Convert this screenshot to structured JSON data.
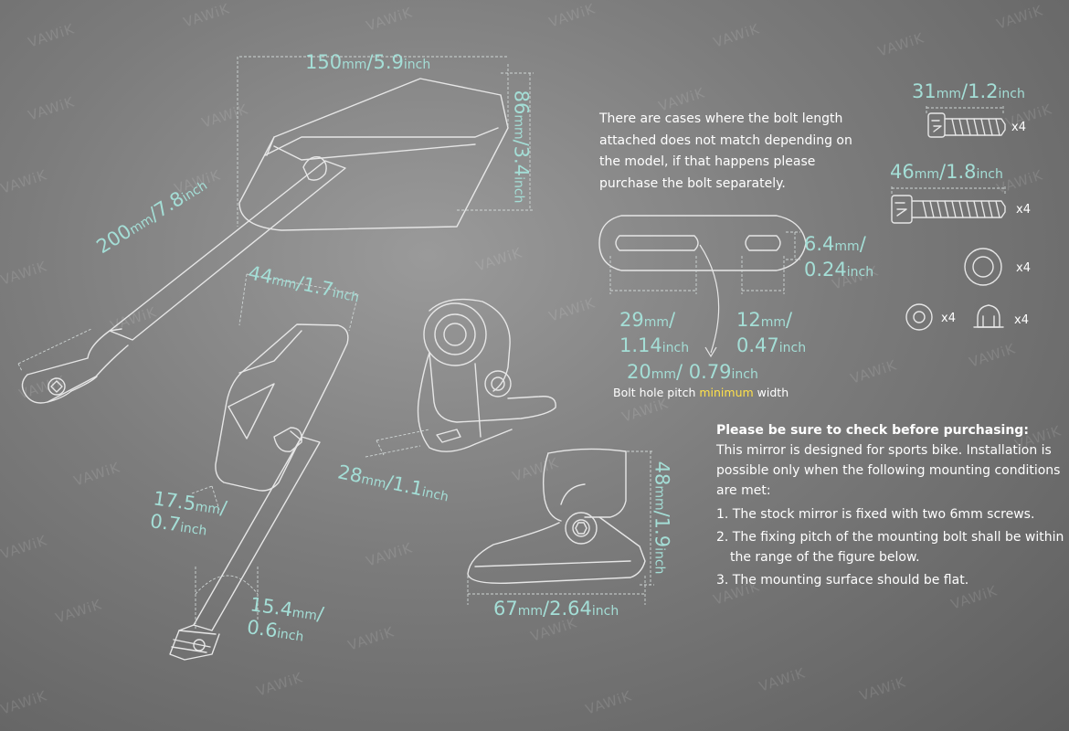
{
  "watermark": "VAWiK",
  "colors": {
    "dimension": "#a4ded6",
    "highlight": "#ffe14a",
    "text": "#ffffff",
    "line": "#e6e6e6"
  },
  "dimensions": {
    "top_width": {
      "value": "150",
      "unit": "mm",
      "sep": "/",
      "value2": "5.9",
      "unit2": "inch"
    },
    "height": {
      "value": "86",
      "unit": "mm",
      "sep": "/",
      "value2": "3.4",
      "unit2": "inch"
    },
    "arm_length": {
      "value": "200",
      "unit": "mm",
      "sep": "/",
      "value2": "7.8",
      "unit2": "inch"
    },
    "mid_width": {
      "value": "44",
      "unit": "mm",
      "sep": "/",
      "value2": "1.7",
      "unit2": "inch"
    },
    "mount_depth": {
      "value": "28",
      "unit": "mm",
      "sep": "/",
      "value2": "1.1",
      "unit2": "inch"
    },
    "stem_offset": {
      "value": "17.5",
      "unit": "mm",
      "sep": "/",
      "value2": "0.7",
      "unit2": "inch"
    },
    "base_dia": {
      "value": "15.4",
      "unit": "mm",
      "sep": "/",
      "value2": "0.6",
      "unit2": "inch"
    },
    "bracket_height": {
      "value": "48",
      "unit": "mm",
      "sep": "/",
      "value2": "1.9",
      "unit2": "inch"
    },
    "bracket_width": {
      "value": "67",
      "unit": "mm",
      "sep": "/",
      "value2": "2.64",
      "unit2": "inch"
    },
    "slot_width": {
      "value": "6.4",
      "unit": "mm",
      "sep": "/",
      "value2": "0.24",
      "unit2": "inch"
    },
    "slot_left": {
      "value": "29",
      "unit": "mm",
      "sep": "/",
      "value2": "1.14",
      "unit2": "inch"
    },
    "slot_right": {
      "value": "12",
      "unit": "mm",
      "sep": "/",
      "value2": "0.47",
      "unit2": "inch"
    },
    "pitch": {
      "value": "20",
      "unit": "mm",
      "sep": "/ ",
      "value2": "0.79",
      "unit2": "inch"
    },
    "bolt_short": {
      "value": "31",
      "unit": "mm",
      "sep": "/",
      "value2": "1.2",
      "unit2": "inch"
    },
    "bolt_long": {
      "value": "46",
      "unit": "mm",
      "sep": "/",
      "value2": "1.8",
      "unit2": "inch"
    }
  },
  "pitch_caption": {
    "before": "Bolt hole pitch ",
    "highlight": "minimum",
    "after": " width"
  },
  "bolt_note": "There are cases where the bolt length attached does not match depending on the model, if that happens please purchase the bolt separately.",
  "check": {
    "title": "Please be sure to check before purchasing:",
    "intro": "This mirror is designed for sports bike. Installation is possible only when the following mounting conditions are met:",
    "items": [
      "1. The stock mirror is fixed with two 6mm screws.",
      "2. The fixing pitch of the mounting bolt shall be within the range of the figure below.",
      "3. The mounting surface should be flat."
    ]
  },
  "parts": {
    "bolt_short_qty": "x4",
    "bolt_long_qty": "x4",
    "washer_large_qty": "x4",
    "washer_small_qty": "x4",
    "cap_nut_qty": "x4"
  }
}
